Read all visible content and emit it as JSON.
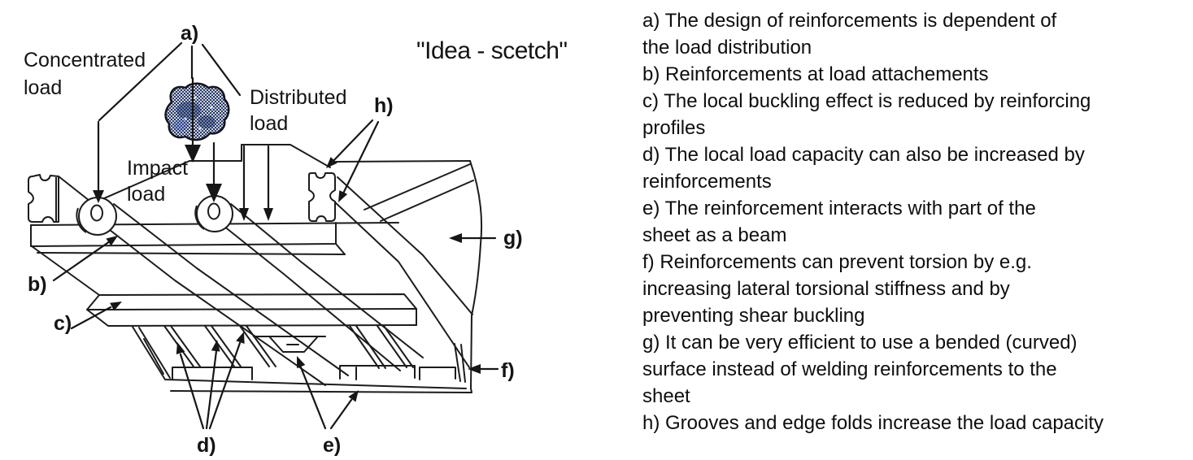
{
  "title": "\"Idea - scetch\"",
  "diagram": {
    "ink_color": "#1c1c1c",
    "impact_blob_color": "#27407f",
    "load_labels": {
      "concentrated": [
        "Concentrated",
        "load"
      ],
      "impact": [
        "Impact",
        "load"
      ],
      "distributed": [
        "Distributed",
        "load"
      ]
    },
    "callouts": {
      "a": "a)",
      "b": "b)",
      "c": "c)",
      "d": "d)",
      "e": "e)",
      "f": "f)",
      "g": "g)",
      "h": "h)"
    }
  },
  "notes": {
    "items": [
      {
        "label": "a",
        "lines": [
          "a) The design of reinforcements is dependent of",
          "the load distribution"
        ]
      },
      {
        "label": "b",
        "lines": [
          "b) Reinforcements at load attachements"
        ]
      },
      {
        "label": "c",
        "lines": [
          "c) The local buckling effect is reduced by reinforcing",
          "profiles"
        ]
      },
      {
        "label": "d",
        "lines": [
          "d) The local load capacity can also be increased by",
          "reinforcements"
        ]
      },
      {
        "label": "e",
        "lines": [
          "e) The reinforcement interacts with part of the",
          "sheet as a beam"
        ]
      },
      {
        "label": "f",
        "lines": [
          "f) Reinforcements can prevent torsion by e.g.",
          "increasing lateral torsional stiffness and by",
          "preventing shear buckling"
        ]
      },
      {
        "label": "g",
        "lines": [
          "g) It can be very efficient to use a bended (curved)",
          "surface instead of welding reinforcements to the",
          "sheet"
        ]
      },
      {
        "label": "h",
        "lines": [
          "h) Grooves and edge folds increase the load capacity"
        ]
      }
    ]
  }
}
